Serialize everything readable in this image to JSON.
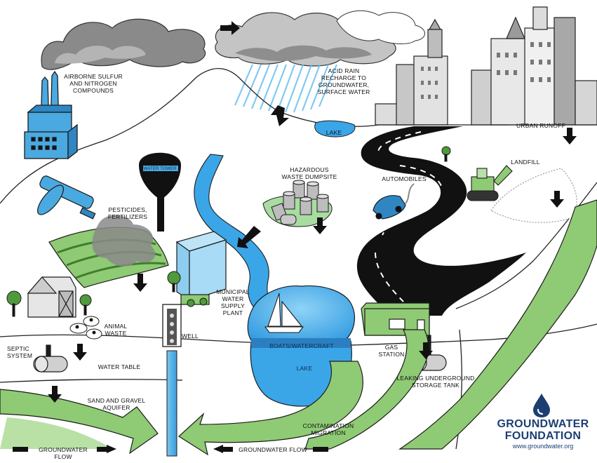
{
  "labels": {
    "airborne": "AIRBORNE SULFUR\nAND NITROGEN\nCOMPOUNDS",
    "acid_rain": "ACID RAIN\nRECHARGE TO\nGROUNDWATER,\nSURFACE WATER",
    "lake_top": "LAKE",
    "urban_runoff": "URBAN RUNOFF",
    "water_tower": "WATER TOWER",
    "hazardous": "HAZARDOUS\nWASTE DUMPSITE",
    "automobiles": "AUTOMOBILES",
    "landfill": "LANDFILL",
    "pesticides": "PESTICIDES,\nFERTILIZERS",
    "municipal": "MUNICIPAL\nWATER\nSUPPLY\nPLANT",
    "animal_waste": "ANIMAL\nWASTE",
    "well": "WELL",
    "boats": "BOATS/WATERCRAFT",
    "gas_station": "GAS\nSTATION",
    "septic": "SEPTIC\nSYSTEM",
    "water_table": "WATER TABLE",
    "lake_bottom": "LAKE",
    "leaking": "LEAKING UNDERGROUND\nSTORAGE TANK",
    "aquifer": "SAND AND GRAVEL\nAQUIFER",
    "contamination": "CONTAMINATION\nMIGRATION",
    "gw_flow_left": "GROUNDWATER FLOW",
    "gw_flow_mid": "GROUNDWATER FLOW"
  },
  "brand": {
    "line1": "GROUNDWATER",
    "line2": "FOUNDATION",
    "url": "www.groundwater.org"
  },
  "colors": {
    "water": "#3aa6e8",
    "water_light": "#8fd0f5",
    "green": "#8fca74",
    "green_dark": "#5c9e43",
    "building": "#c9c9c9",
    "factory": "#4aa9e0",
    "road": "#111111"
  }
}
